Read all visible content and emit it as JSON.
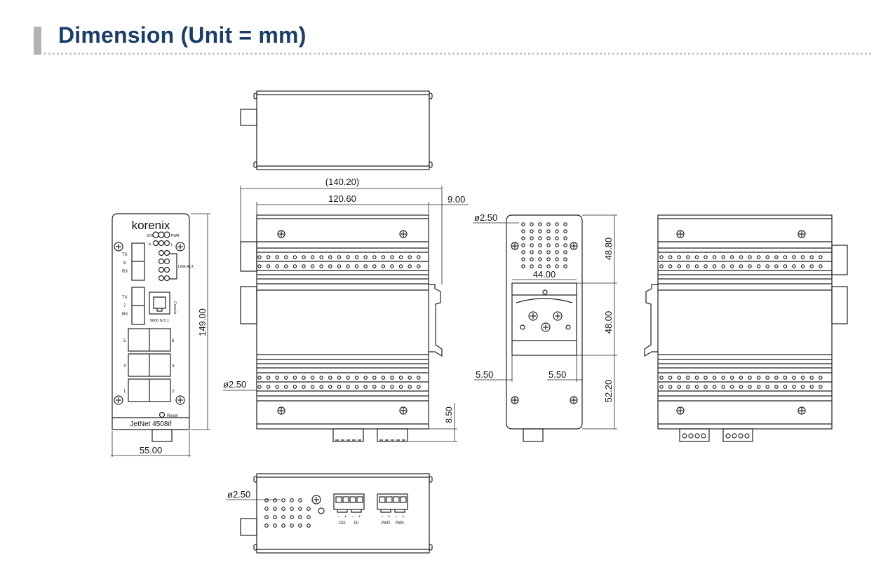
{
  "header": {
    "title": "Dimension (Unit = mm)"
  },
  "front_panel": {
    "brand": "korenix",
    "model": "JetNet 4508if",
    "led_labels": [
      "SYS",
      "PWR",
      "P",
      "L"
    ],
    "sfp_port_labels": [
      "TX",
      "8",
      "RX",
      "TX",
      "7",
      "RX"
    ],
    "link_act_label": "LINK ACT",
    "console_label": "Console",
    "console_setting": "9600 N 8 1",
    "rj45_port_numbers": [
      "5",
      "6",
      "3",
      "4",
      "1",
      "2"
    ],
    "reset_label": "Reset"
  },
  "dimensions": {
    "overall_length": "(140.20)",
    "body_length": "120.60",
    "din_offset": "9.00",
    "hole_diameter": "ø2.50",
    "bottom_offset": "8.50",
    "front_height": "149.00",
    "front_width": "55.00",
    "side_top": "48.80",
    "din_width": "44.00",
    "din_height": "48.00",
    "side_bottom": "52.20",
    "hole_offset_left": "5.50",
    "hole_offset_right": "5.50"
  },
  "bottom_panel": {
    "terminal_labels": [
      "DO",
      "DI",
      "PW2",
      "PW1"
    ],
    "pin_polarity": [
      "−",
      "+",
      "−",
      "+",
      "−",
      "+",
      "−",
      "+"
    ]
  }
}
